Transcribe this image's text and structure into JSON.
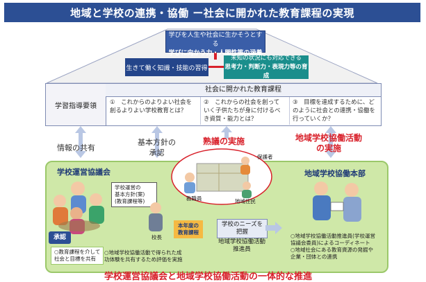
{
  "title": "地域と学校の連携・協働 ー社会に開かれた教育課程の実現",
  "pyramid": {
    "top_line1": "学びを人生や社会に生かそうとする",
    "top_line2": "学びに向かう力・人間性等の涵養",
    "left": "生きて働く知識・技能の習得",
    "right_line1": "未知の状況にも対応できる",
    "right_line2": "思考力・判断力・表現力等の育成"
  },
  "table": {
    "row_label": "学習指導要領",
    "header": "社会に開かれた教育課程",
    "cells": [
      "①　これからのよりよい社会を創るよりよい学校教育とは？",
      "②　これからの社会を創っていく子供たちが身に付けるべき資質・能力とは？",
      "③　目標を達成するために、どのように社会との連携・協働を行っていくか？"
    ]
  },
  "middle": {
    "info_share": "情報の共有",
    "policy_line1": "基本方針の",
    "policy_line2": "承認",
    "deliberation": "熟議の実施",
    "activity_line1": "地域学校協働活動",
    "activity_line2": "の実施"
  },
  "panel": {
    "left_title": "学校運営協議会",
    "right_title": "地域学校協働本部",
    "policy_box_line1": "学校運営の",
    "policy_box_line2": "基本方針(案)",
    "policy_box_line3": "(教育課程等)",
    "plan_box_line1": "本年度の",
    "plan_box_line2": "教育課程",
    "principal": "校長",
    "approval": "承認",
    "approval_note_line1": "○教育課程を介して",
    "approval_note_line2": "社会と目標を共有",
    "left_note_line1": "○地域学校協働活動で得られた成",
    "left_note_line2": "功体験を共有するため評価を実施",
    "needs_line1": "学校のニーズを",
    "needs_line2": "把握",
    "coordinator_line1": "地域学校協働活動",
    "coordinator_line2": "推進員",
    "right_note_line1": "○地域学校協働活動推進員(学校運営",
    "right_note_line2": "協議会委員)によるコーディネート",
    "right_note_line3": "○地域社会にある教育資源の発掘や",
    "right_note_line4": "企業・団体との連携",
    "cloud_label1": "保護者",
    "cloud_label2": "教職員",
    "cloud_label3": "地域住民"
  },
  "bottom": "学校運営協議会と地域学校協働活動の一体的な推進",
  "colors": {
    "title_bg": "#2c4f94",
    "accent_red": "#d8202a",
    "panel_green": "#cfe8a8",
    "teal": "#1a8e8c",
    "navy": "#24458a"
  }
}
